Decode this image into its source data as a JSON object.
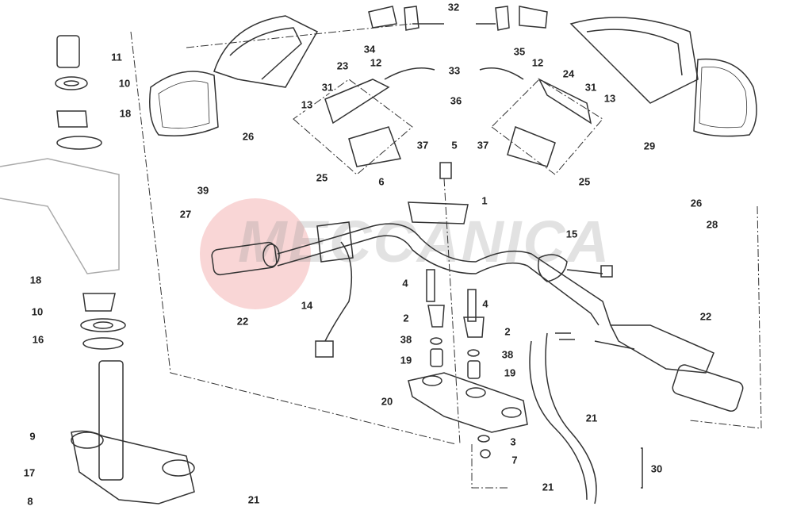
{
  "diagram": {
    "watermark": "MECCANICA",
    "colors": {
      "line": "#333333",
      "watermark_red": "#eb7878"
    },
    "part_labels": [
      {
        "id": "l32",
        "text": "32"
      },
      {
        "id": "l34",
        "text": "34"
      },
      {
        "id": "l12a",
        "text": "12"
      },
      {
        "id": "l23",
        "text": "23"
      },
      {
        "id": "l33",
        "text": "33"
      },
      {
        "id": "l35",
        "text": "35"
      },
      {
        "id": "l12b",
        "text": "12"
      },
      {
        "id": "l24",
        "text": "24"
      },
      {
        "id": "l31a",
        "text": "31"
      },
      {
        "id": "l31b",
        "text": "31"
      },
      {
        "id": "l13a",
        "text": "13"
      },
      {
        "id": "l13b",
        "text": "13"
      },
      {
        "id": "l36",
        "text": "36"
      },
      {
        "id": "l11",
        "text": "11"
      },
      {
        "id": "l10a",
        "text": "10"
      },
      {
        "id": "l18a",
        "text": "18"
      },
      {
        "id": "l26a",
        "text": "26"
      },
      {
        "id": "l39",
        "text": "39"
      },
      {
        "id": "l27",
        "text": "27"
      },
      {
        "id": "l5",
        "text": "5"
      },
      {
        "id": "l37a",
        "text": "37"
      },
      {
        "id": "l37b",
        "text": "37"
      },
      {
        "id": "l25a",
        "text": "25"
      },
      {
        "id": "l25b",
        "text": "25"
      },
      {
        "id": "l29",
        "text": "29"
      },
      {
        "id": "l26b",
        "text": "26"
      },
      {
        "id": "l28",
        "text": "28"
      },
      {
        "id": "l6",
        "text": "6"
      },
      {
        "id": "l1",
        "text": "1"
      },
      {
        "id": "l15",
        "text": "15"
      },
      {
        "id": "l18b",
        "text": "18"
      },
      {
        "id": "l10b",
        "text": "10"
      },
      {
        "id": "l16",
        "text": "16"
      },
      {
        "id": "l14",
        "text": "14"
      },
      {
        "id": "l22a",
        "text": "22"
      },
      {
        "id": "l4a",
        "text": "4"
      },
      {
        "id": "l4b",
        "text": "4"
      },
      {
        "id": "l2a",
        "text": "2"
      },
      {
        "id": "l2b",
        "text": "2"
      },
      {
        "id": "l38a",
        "text": "38"
      },
      {
        "id": "l38b",
        "text": "38"
      },
      {
        "id": "l19a",
        "text": "19"
      },
      {
        "id": "l19b",
        "text": "19"
      },
      {
        "id": "l20",
        "text": "20"
      },
      {
        "id": "l21a",
        "text": "21"
      },
      {
        "id": "l22b",
        "text": "22"
      },
      {
        "id": "l9",
        "text": "9"
      },
      {
        "id": "l3",
        "text": "3"
      },
      {
        "id": "l7",
        "text": "7"
      },
      {
        "id": "l30",
        "text": "30"
      },
      {
        "id": "l17",
        "text": "17"
      },
      {
        "id": "l8",
        "text": "8"
      },
      {
        "id": "l21b",
        "text": "21"
      },
      {
        "id": "l21c",
        "text": "21"
      }
    ]
  }
}
